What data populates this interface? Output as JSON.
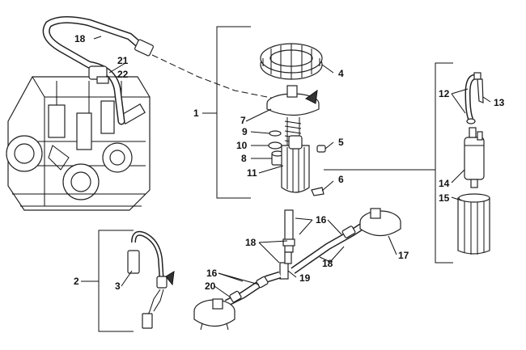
{
  "callouts": {
    "c1": "1",
    "c2": "2",
    "c3": "3",
    "c4": "4",
    "c5": "5",
    "c6": "6",
    "c7": "7",
    "c8": "8",
    "c9": "9",
    "c10": "10",
    "c11": "11",
    "c12": "12",
    "c13": "13",
    "c14": "14",
    "c15": "15",
    "c16a": "16",
    "c16b": "16",
    "c17": "17",
    "c18a": "18",
    "c18b": "18",
    "c18c": "18",
    "c19": "19",
    "c20": "20",
    "c21": "21",
    "c22": "22"
  },
  "colors": {
    "ink": "#111111",
    "paper": "#ffffff",
    "shade": "#555555"
  }
}
